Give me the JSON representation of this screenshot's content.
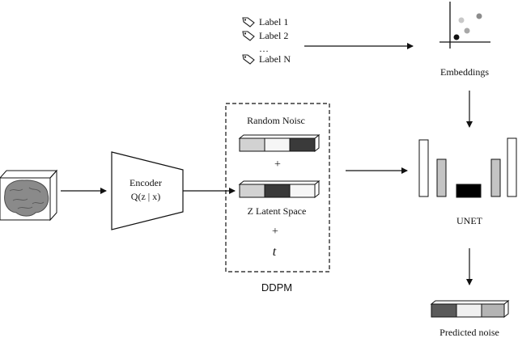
{
  "labels": {
    "items": [
      "Label 1",
      "Label 2",
      "…",
      "Label N"
    ]
  },
  "embeddings_label": "Embeddings",
  "encoder": {
    "title": "Encoder",
    "formula": "Q(z | x)"
  },
  "ddpm": {
    "random_noise_label": "Random Noisc",
    "plus_1": "+",
    "latent_label": "Z Latent Space",
    "plus_2": "+",
    "time_symbol": "t",
    "caption": "DDPM"
  },
  "unet_label": "UNET",
  "predicted_noise_label": "Predicted noise",
  "colors": {
    "light_cell": "#d2d2d2",
    "white_cell": "#f6f6f6",
    "dark_cell": "#3a3a3a",
    "mid_cell": "#b4b4b4",
    "unet_bottleneck": "#000000",
    "brain": "#8a8a8a"
  }
}
